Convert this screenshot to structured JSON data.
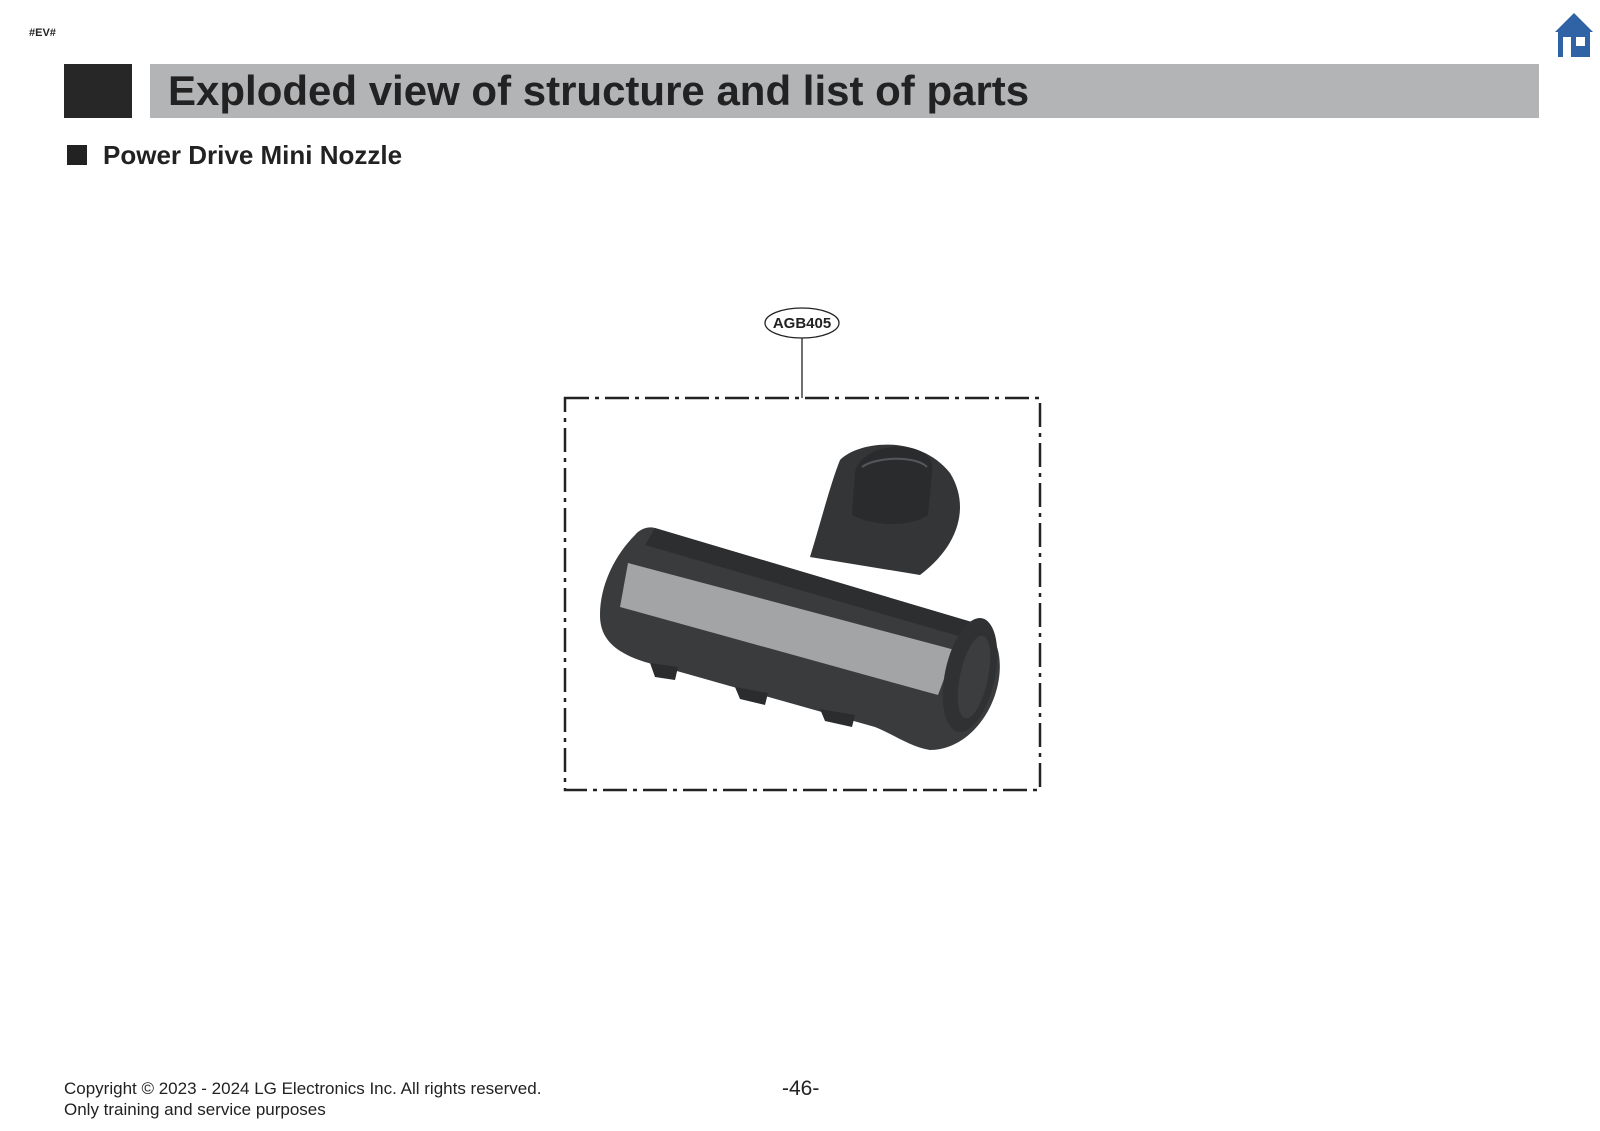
{
  "header": {
    "tag": "#EV#",
    "title": "Exploded view of structure and list of parts"
  },
  "section": {
    "title": "Power Drive Mini Nozzle"
  },
  "diagram": {
    "part_code": "AGB405"
  },
  "footer": {
    "copyright": "Copyright © 2023 - 2024 LG Electronics Inc. All rights reserved.",
    "note": "Only training and service purposes",
    "page_number": "-46-"
  },
  "icons": {
    "home": "home-icon"
  },
  "colors": {
    "title_bar": "#b3b4b6",
    "title_block": "#272727",
    "home_icon": "#2f63a6",
    "nozzle_body": "#3a3b3d",
    "nozzle_strip": "#a3a4a6"
  }
}
